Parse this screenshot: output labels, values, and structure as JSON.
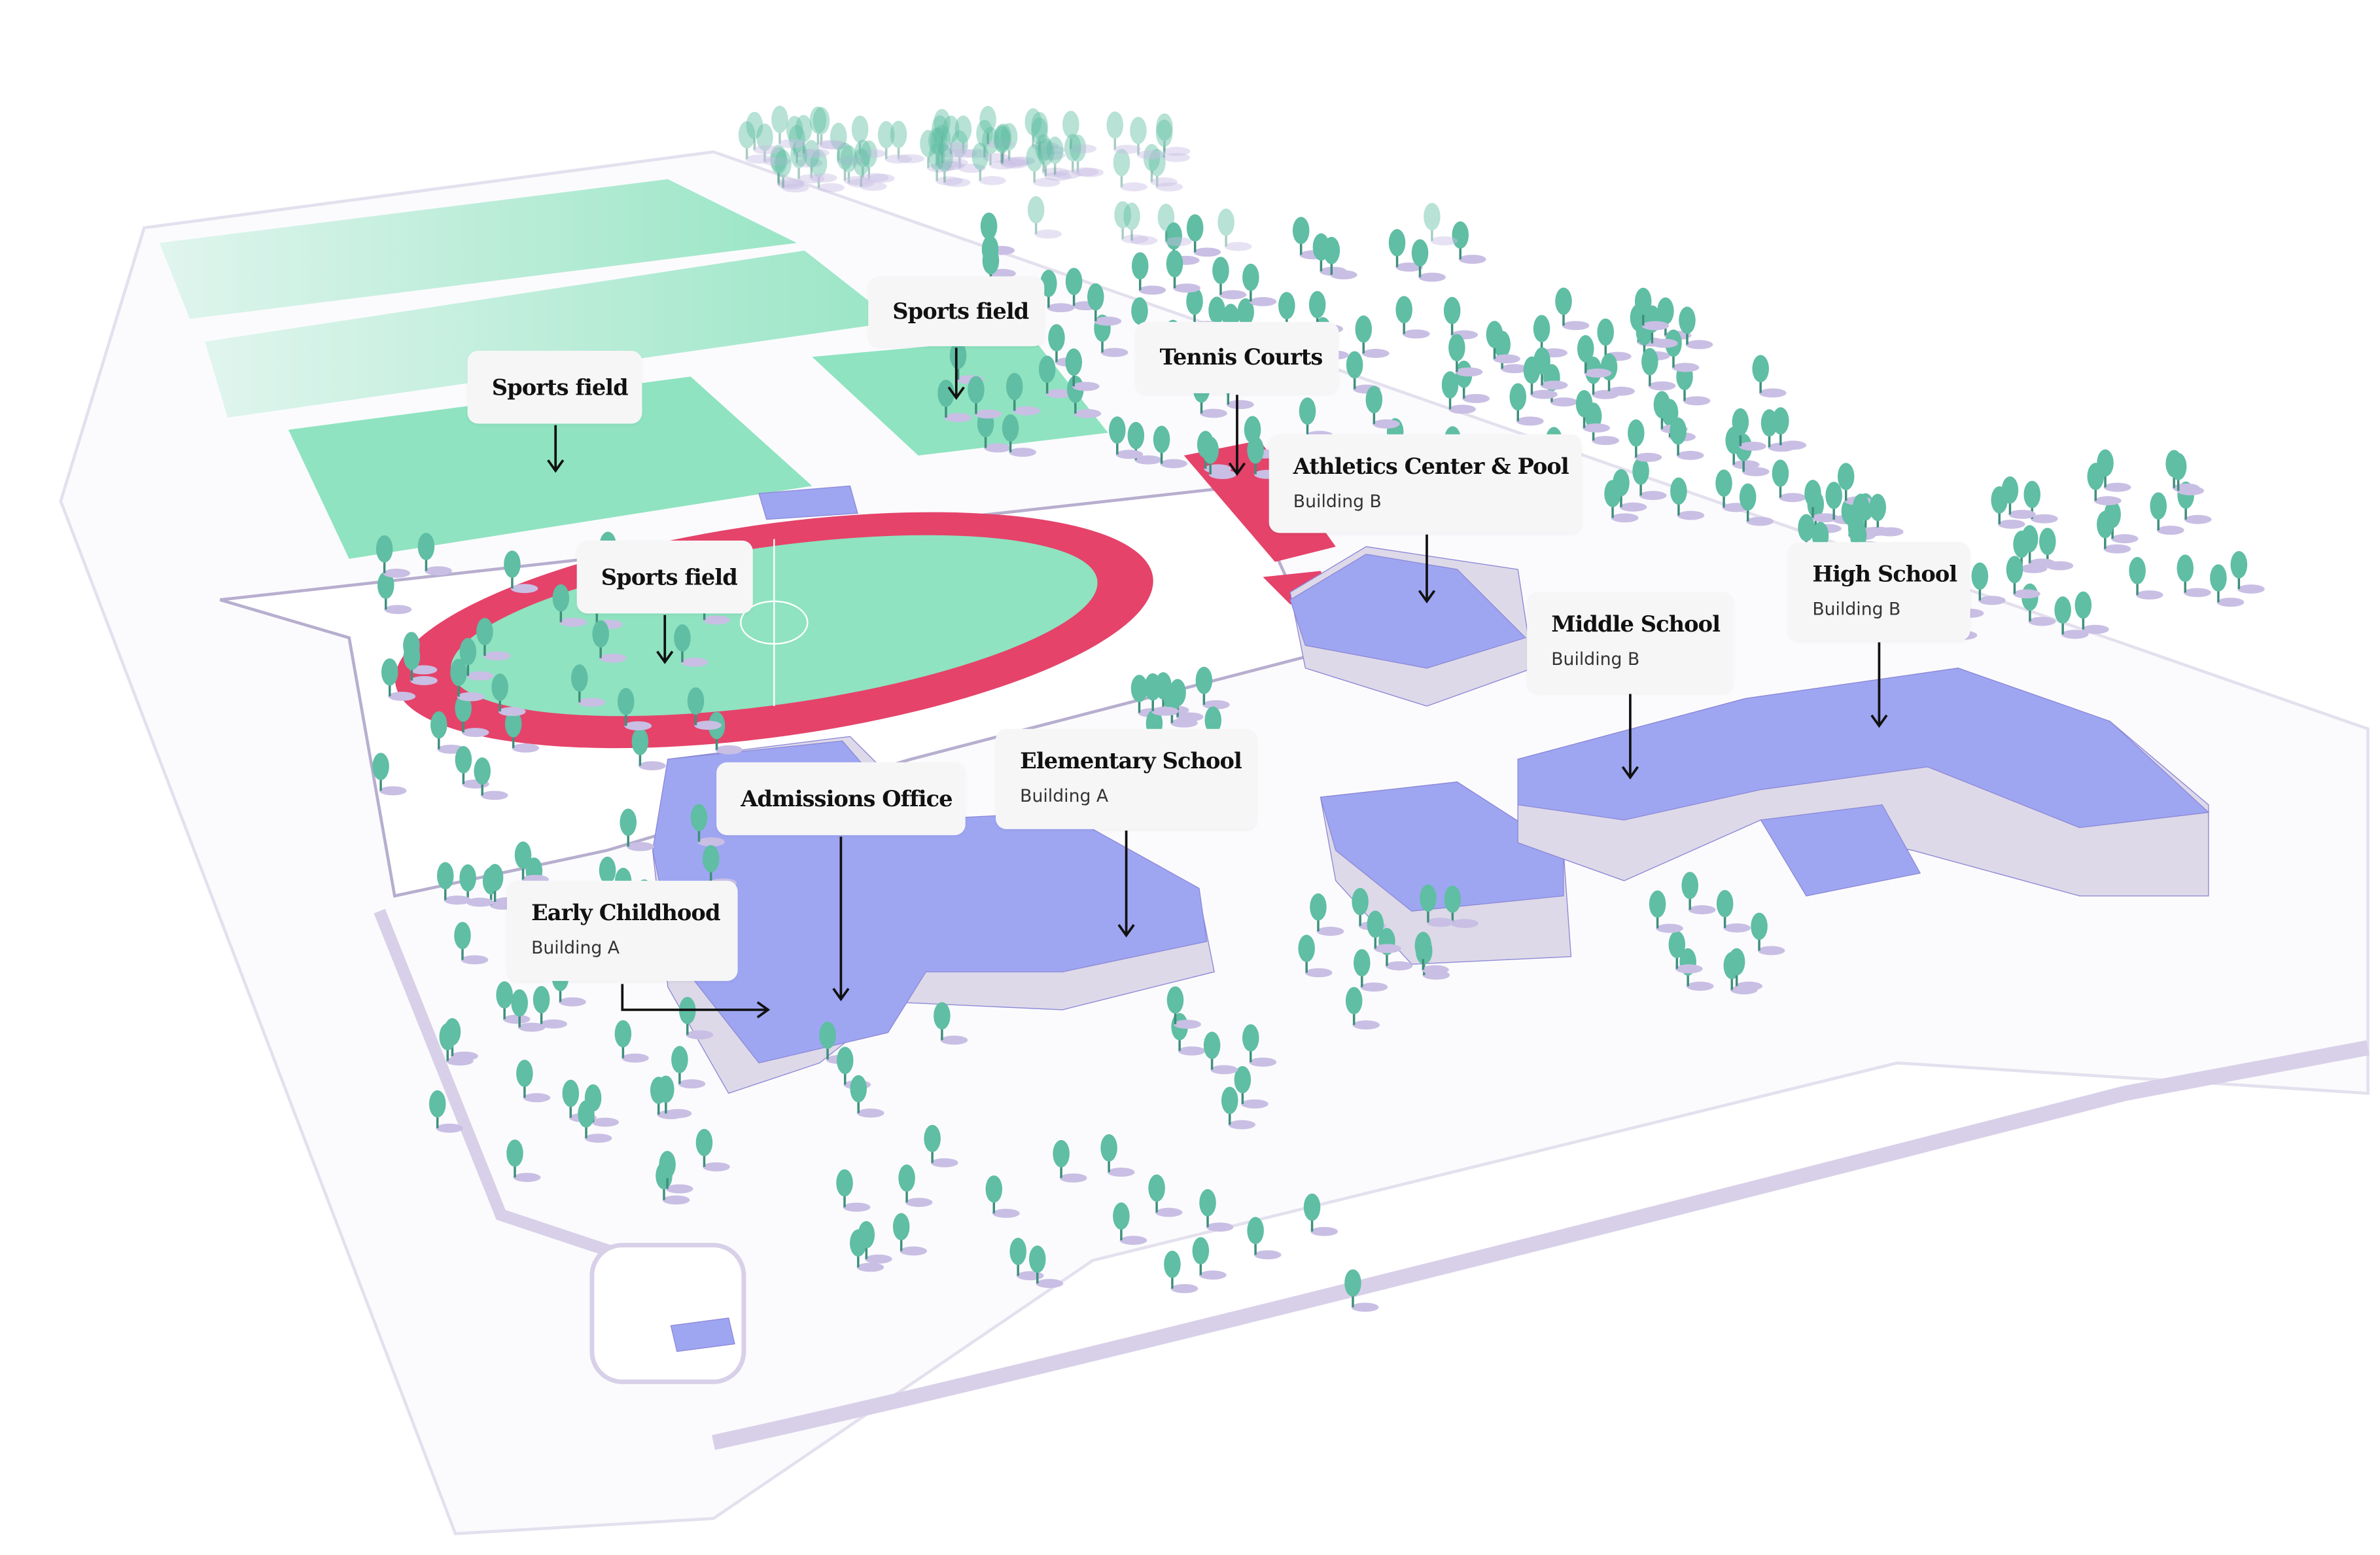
{
  "labels": {
    "sports_field_1": {
      "title": "Sports field"
    },
    "sports_field_2": {
      "title": "Sports field"
    },
    "sports_field_3": {
      "title": "Sports field"
    },
    "tennis_courts": {
      "title": "Tennis Courts"
    },
    "athletics": {
      "title": "Athletics Center & Pool",
      "subtitle": "Building B"
    },
    "high_school": {
      "title": "High School",
      "subtitle": "Building B"
    },
    "middle_school": {
      "title": "Middle School",
      "subtitle": "Building B"
    },
    "elementary": {
      "title": "Elementary School",
      "subtitle": "Building A"
    },
    "admissions": {
      "title": "Admissions Office"
    },
    "early_childhood": {
      "title": "Early Childhood",
      "subtitle": "Building A"
    }
  },
  "colors": {
    "field": "#8fe3c0",
    "track": "#e5436a",
    "roof": "#9ea6f2",
    "wall": "#ddd9e8",
    "tree": "#5fbea3",
    "shadow": "#c9bfe4",
    "label_bg": "#f6f6f7"
  }
}
